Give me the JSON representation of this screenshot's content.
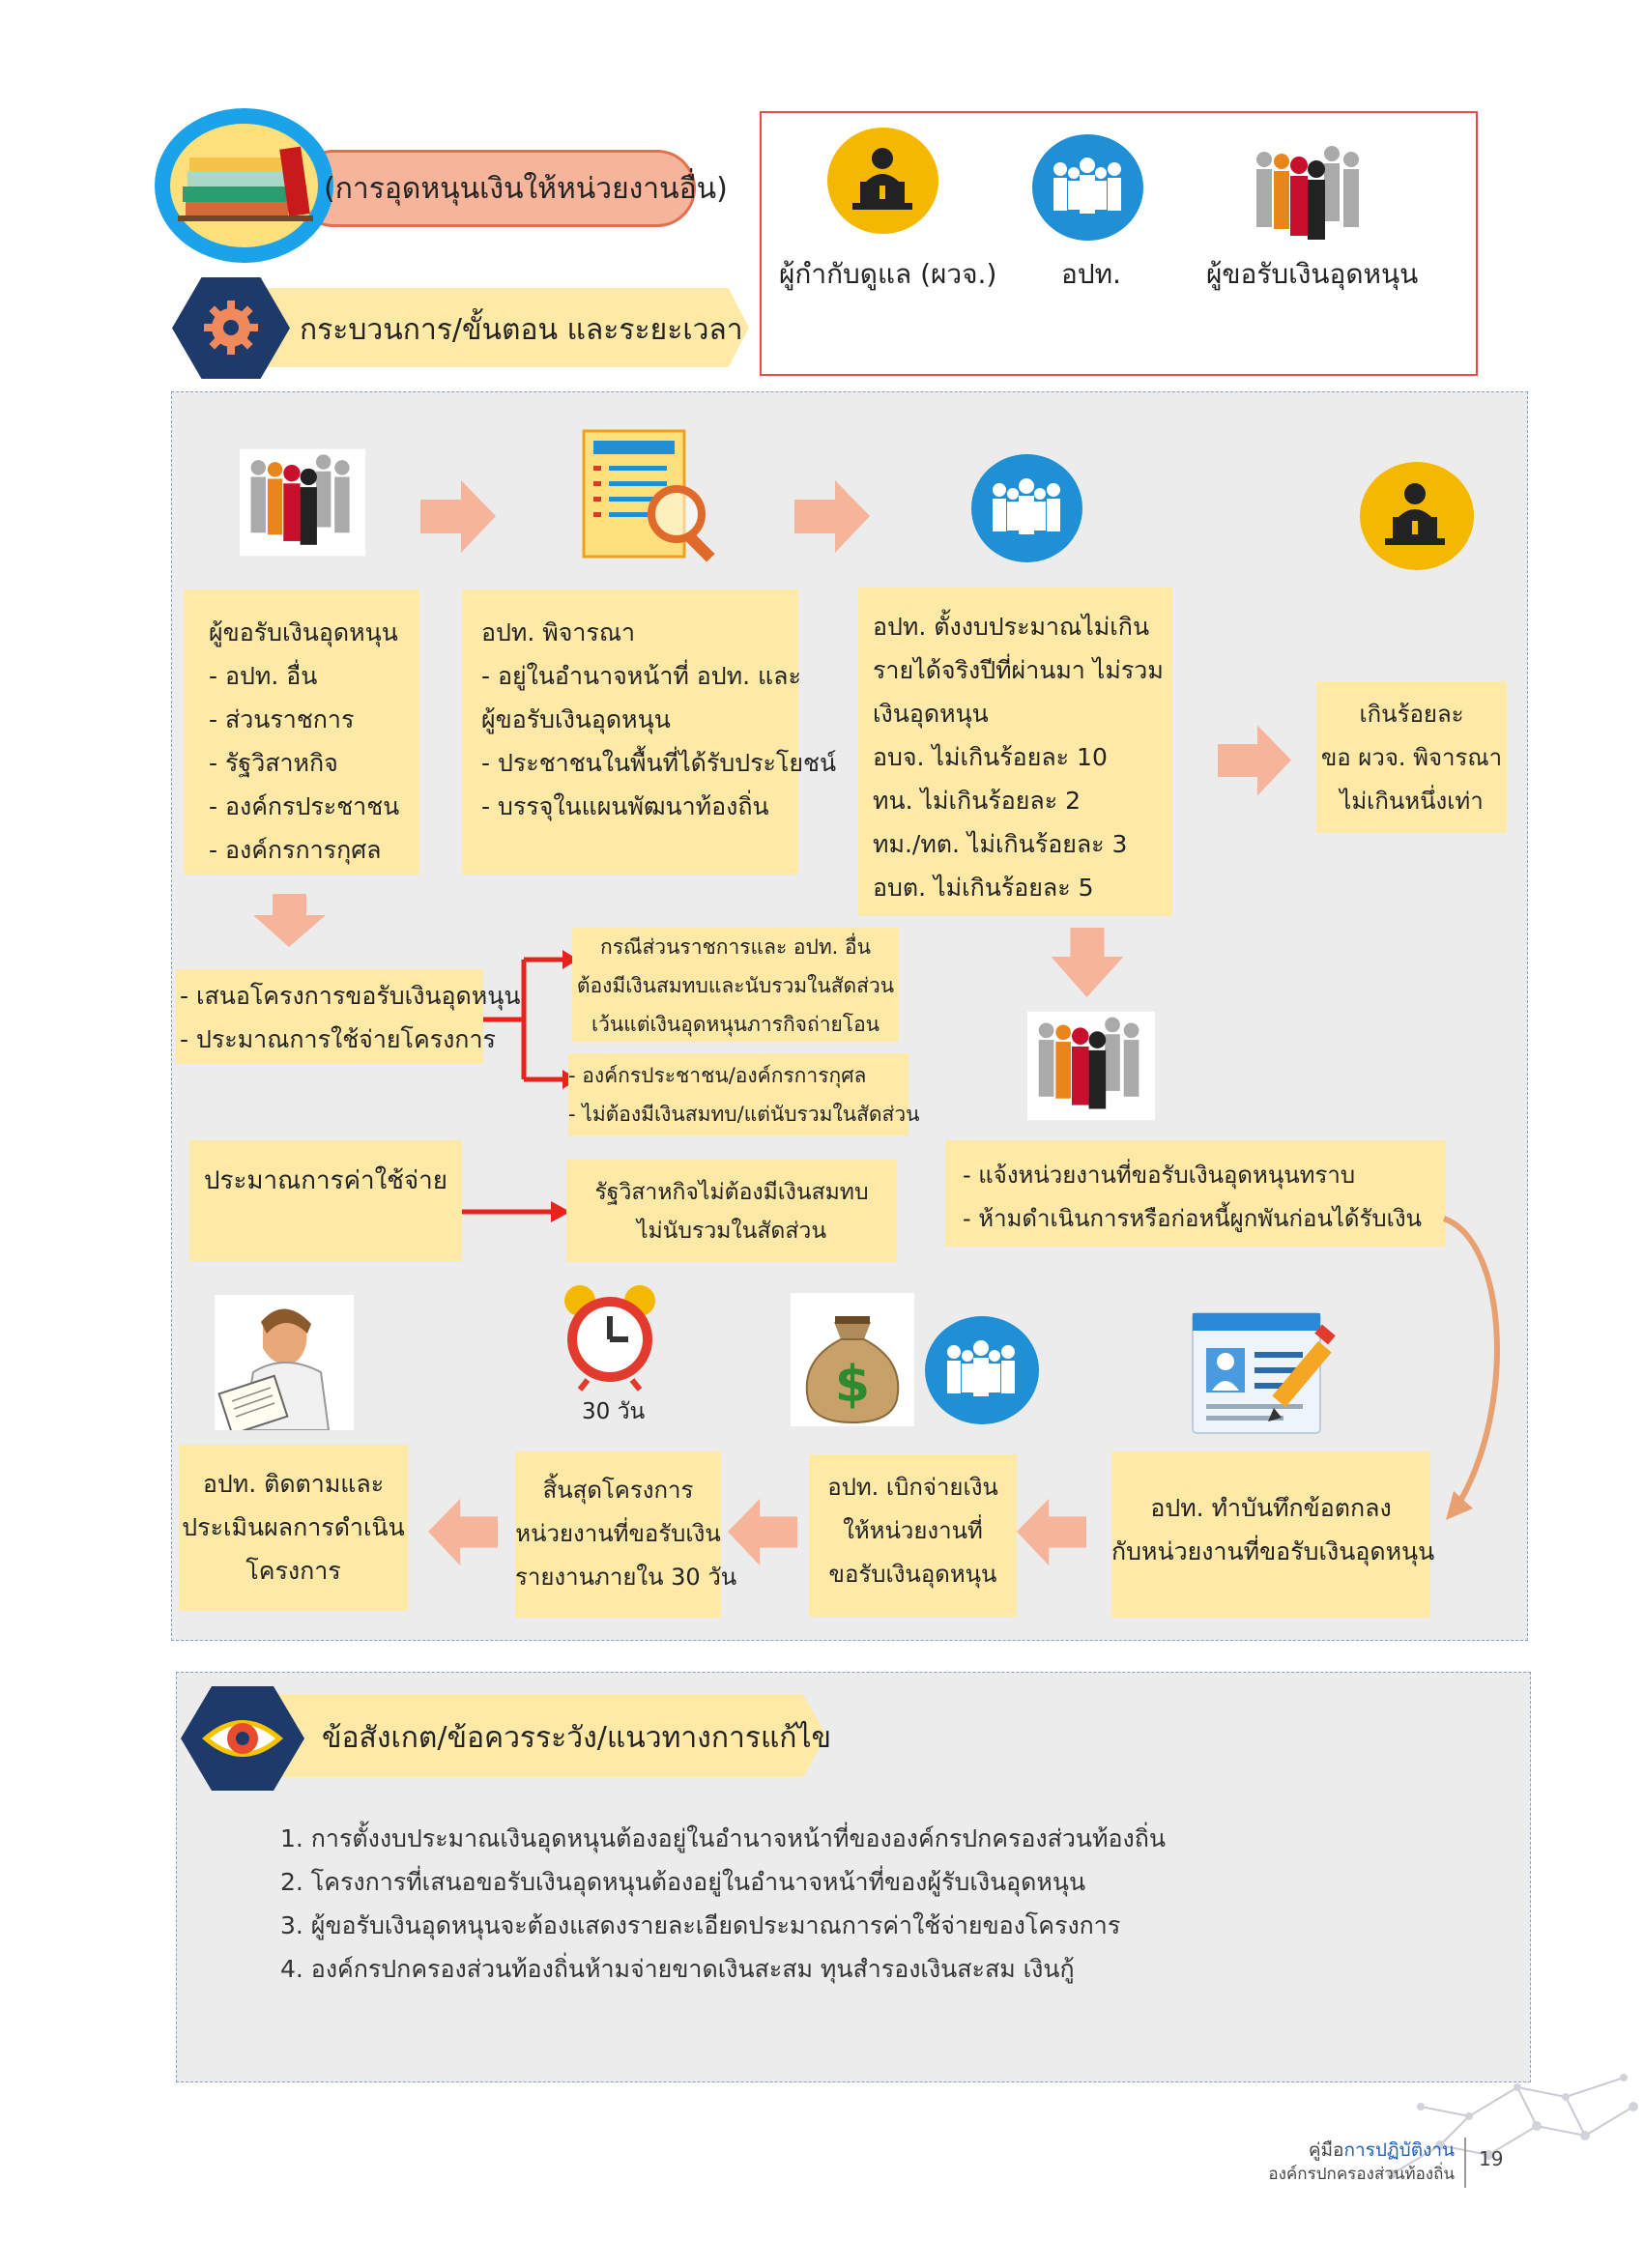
{
  "header": {
    "title_pill": "(การอุดหนุนเงินให้หน่วยงานอื่น)",
    "process_banner": "กระบวนการ/ขั้นตอน และระยะเวลา"
  },
  "legend": {
    "items": [
      {
        "label": "ผู้กำกับดูแล (ผวจ.)",
        "icon": "official-podium-icon"
      },
      {
        "label": "อปท.",
        "icon": "group-people-icon"
      },
      {
        "label": "ผู้ขอรับเงินอุดหนุน",
        "icon": "crowd-icon"
      }
    ]
  },
  "flow": {
    "box1": {
      "lines": [
        "ผู้ขอรับเงินอุดหนุน",
        "- อปท. อื่น",
        "- ส่วนราชการ",
        "- รัฐวิสาหกิจ",
        "- องค์กรประชาชน",
        "- องค์กรการกุศล"
      ]
    },
    "box2": {
      "lines": [
        "อปท. พิจารณา",
        "- อยู่ในอำนาจหน้าที่ อปท. และ",
        "ผู้ขอรับเงินอุดหนุน",
        "- ประชาชนในพื้นที่ได้รับประโยชน์",
        "- บรรจุในแผนพัฒนาท้องถิ่น"
      ]
    },
    "box3": {
      "lines": [
        "อปท. ตั้งงบประมาณไม่เกิน",
        "รายได้จริงปีที่ผ่านมา ไม่รวม",
        "เงินอุดหนุน",
        "อบจ. ไม่เกินร้อยละ 10",
        "ทน. ไม่เกินร้อยละ 2",
        "ทม./ทต. ไม่เกินร้อยละ 3",
        "อบต. ไม่เกินร้อยละ  5"
      ]
    },
    "box4": {
      "lines": [
        "เกินร้อยละ",
        "ขอ ผวจ. พิจารณา",
        "ไม่เกินหนึ่งเท่า"
      ]
    },
    "box5": {
      "lines": [
        "- เสนอโครงการขอรับเงินอุดหนุน",
        "- ประมาณการใช้จ่ายโครงการ"
      ]
    },
    "box6": {
      "lines": [
        "กรณีส่วนราชการและ อปท. อื่น",
        "ต้องมีเงินสมทบและนับรวมในสัดส่วน",
        "เว้นแต่เงินอุดหนุนภารกิจถ่ายโอน"
      ]
    },
    "box7": {
      "lines": [
        "- องค์กรประชาชน/องค์กรการกุศล",
        "- ไม่ต้องมีเงินสมทบ/แต่นับรวมในสัดส่วน"
      ]
    },
    "box8": {
      "lines": [
        "ประมาณการค่าใช้จ่าย"
      ]
    },
    "box9": {
      "lines": [
        "รัฐวิสาหกิจไม่ต้องมีเงินสมทบ",
        "ไม่นับรวมในสัดส่วน"
      ]
    },
    "box10": {
      "lines": [
        "- แจ้งหน่วยงานที่ขอรับเงินอุดหนุนทราบ",
        "- ห้ามดำเนินการหรือก่อหนี้ผูกพันก่อนได้รับเงิน"
      ]
    },
    "box11": {
      "lines": [
        "อปท. ทำบันทึกข้อตกลง",
        "กับหน่วยงานที่ขอรับเงินอุดหนุน"
      ]
    },
    "box12": {
      "lines": [
        "อปท. เบิกจ่ายเงิน",
        "ให้หน่วยงานที่",
        "ขอรับเงินอุดหนุน"
      ]
    },
    "box13": {
      "lines": [
        "สิ้นสุดโครงการ",
        "หน่วยงานที่ขอรับเงิน",
        "รายงานภายใน 30 วัน"
      ]
    },
    "box14": {
      "lines": [
        "อปท. ติดตามและ",
        "ประเมินผลการดำเนิน",
        "โครงการ"
      ]
    },
    "clock_label": "30 วัน"
  },
  "notes": {
    "banner": "ข้อสังเกต/ข้อควรระวัง/แนวทางการแก้ไข",
    "items": [
      "1. การตั้งงบประมาณเงินอุดหนุนต้องอยู่ในอำนาจหน้าที่ขององค์กรปกครองส่วนท้องถิ่น",
      "2. โครงการที่เสนอขอรับเงินอุดหนุนต้องอยู่ในอำนาจหน้าที่ของผู้รับเงินอุดหนุน",
      "3. ผู้ขอรับเงินอุดหนุนจะต้องแสดงรายละเอียดประมาณการค่าใช้จ่ายของโครงการ",
      "4. องค์กรปกครองส่วนท้องถิ่นห้ามจ่ายขาดเงินสะสม ทุนสำรองเงินสะสม เงินกู้"
    ]
  },
  "footer": {
    "manual_prefix": "คู่มือ",
    "manual_highlight": "การปฏิบัติงาน",
    "org": "องค์กรปกครองส่วนท้องถิ่น",
    "page": "19"
  },
  "colors": {
    "box_fill": "#ffe9a6",
    "arrow_fill": "#f6b49a",
    "red_arrow": "#e8231c",
    "panel_bg": "#ececec",
    "navy": "#1d3a6b",
    "blue_circle": "#1f8fd6",
    "gold_circle": "#f5b800"
  }
}
